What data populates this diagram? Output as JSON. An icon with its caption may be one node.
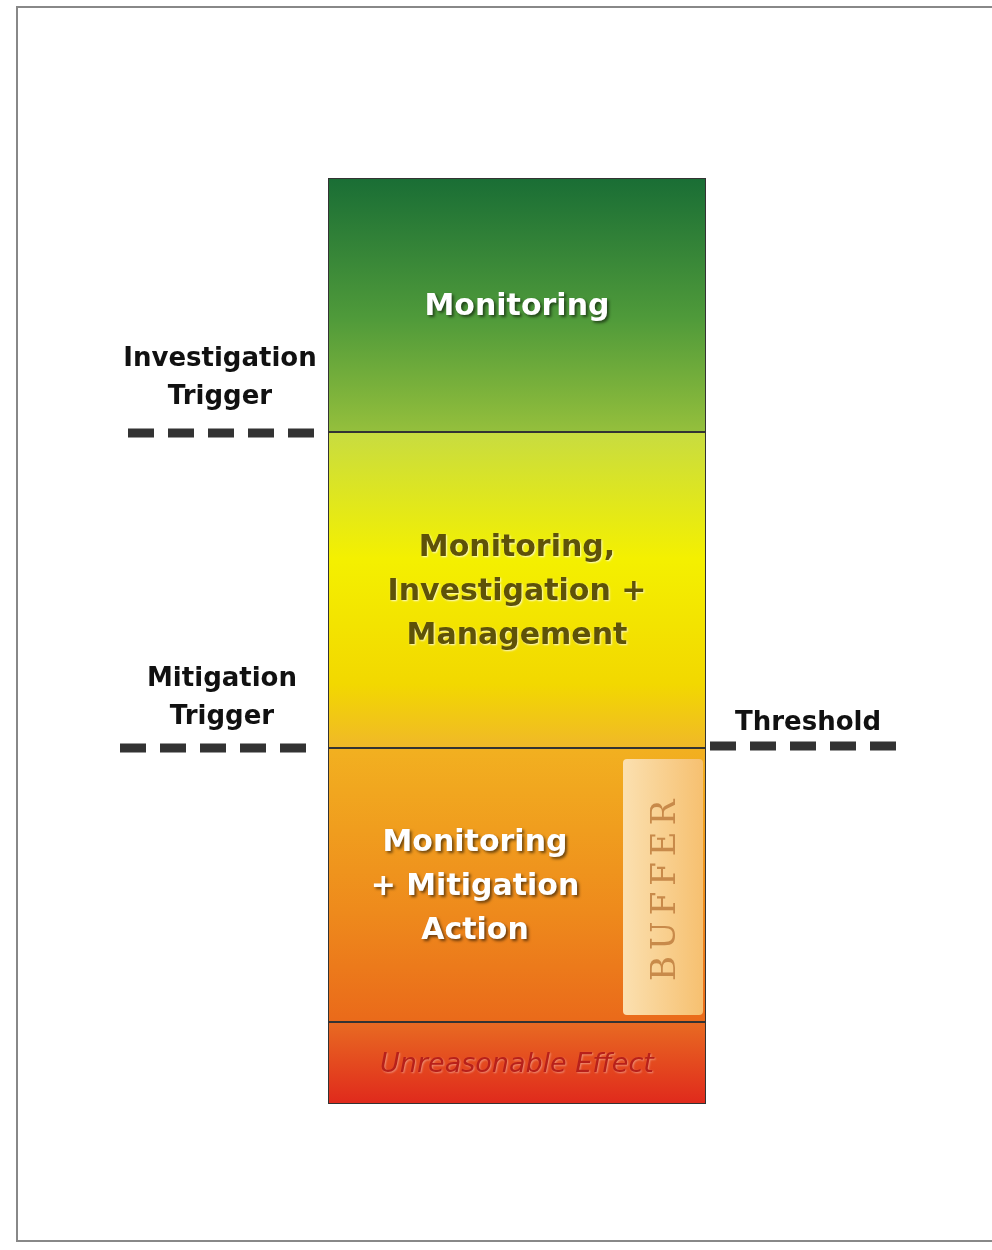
{
  "diagram": {
    "nodes": [
      {
        "text": [
          "Monitoring"
        ]
      },
      {
        "text": [
          "Monitoring, Investigation + Management"
        ]
      },
      {
        "text": [
          "Monitoring + Mitigation Action"
        ]
      },
      {
        "text": [
          "BUFFER"
        ],
        "in": 2
      },
      {
        "text": [
          "Unreasonable Effect"
        ]
      }
    ],
    "edges": [],
    "labels": [
      "Investigation Trigger",
      "Mitigation Trigger",
      "Threshold"
    ]
  }
}
